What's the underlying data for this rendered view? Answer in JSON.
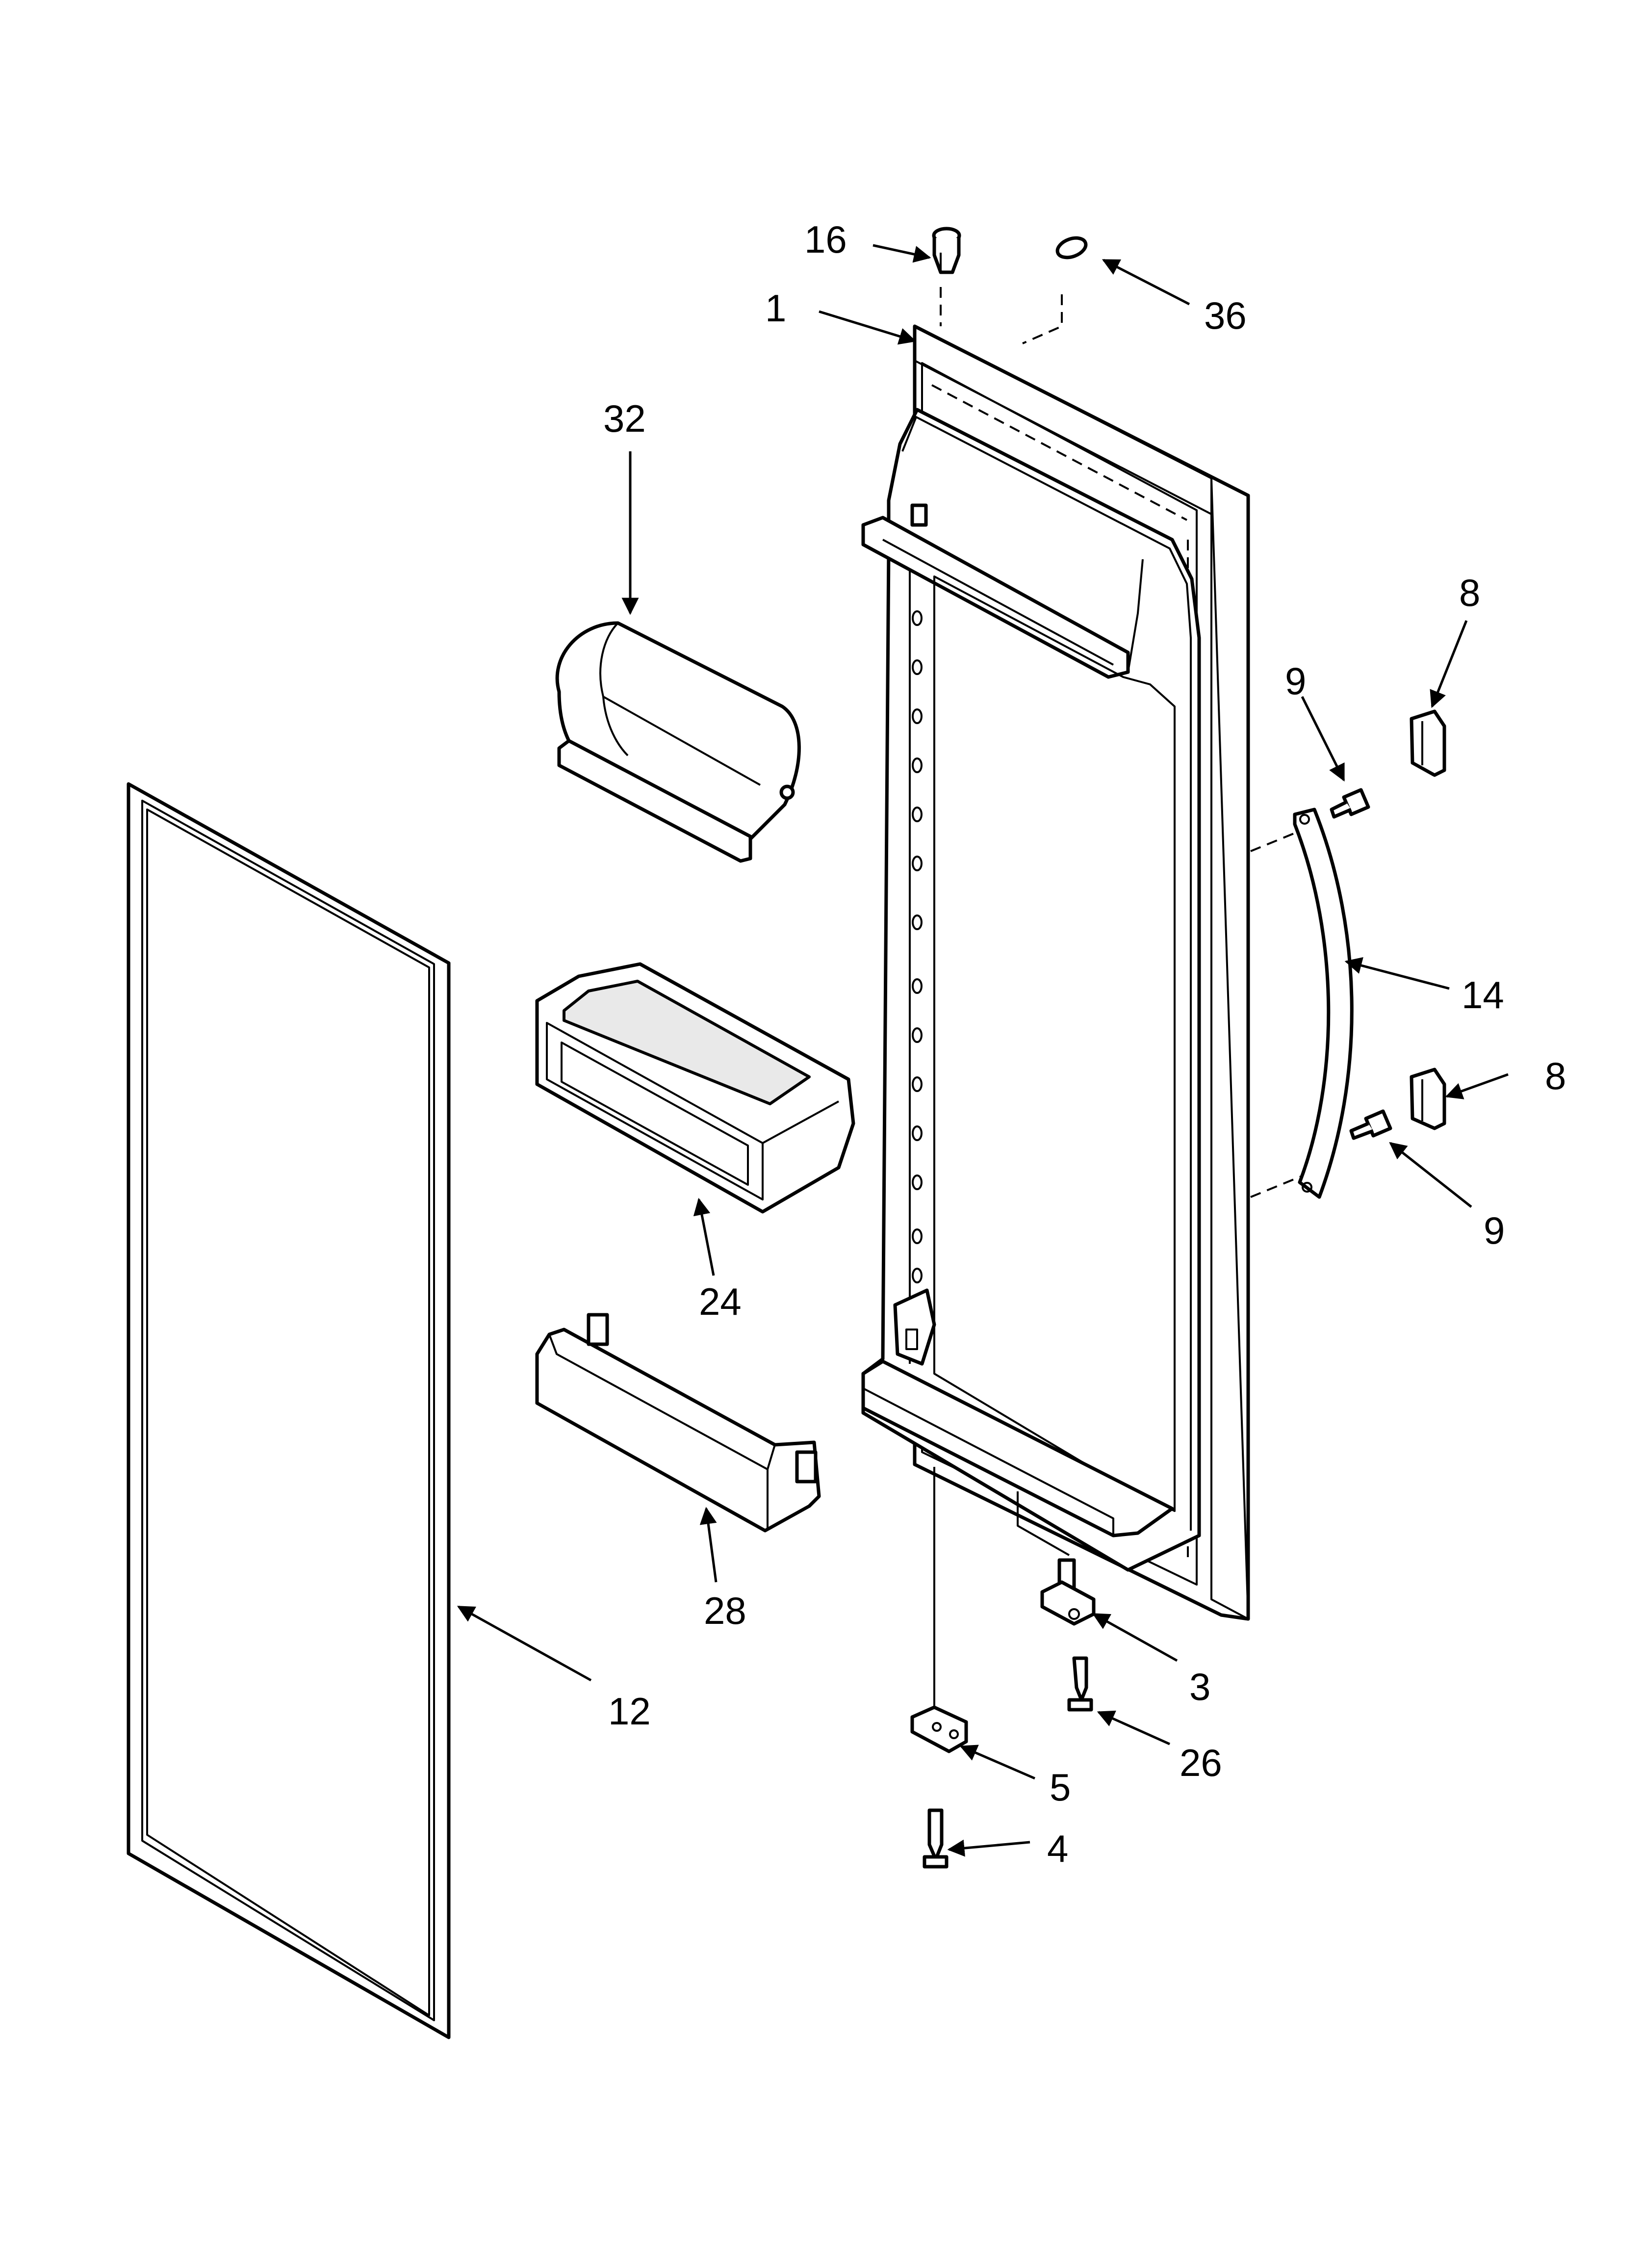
{
  "diagram": {
    "callouts": [
      {
        "id": "part-16",
        "label": "16"
      },
      {
        "id": "part-36",
        "label": "36"
      },
      {
        "id": "part-1",
        "label": "1"
      },
      {
        "id": "part-32",
        "label": "32"
      },
      {
        "id": "part-8-top",
        "label": "8"
      },
      {
        "id": "part-9-top",
        "label": "9"
      },
      {
        "id": "part-14",
        "label": "14"
      },
      {
        "id": "part-8-bottom",
        "label": "8"
      },
      {
        "id": "part-9-bottom",
        "label": "9"
      },
      {
        "id": "part-24",
        "label": "24"
      },
      {
        "id": "part-28",
        "label": "28"
      },
      {
        "id": "part-12",
        "label": "12"
      },
      {
        "id": "part-3",
        "label": "3"
      },
      {
        "id": "part-26",
        "label": "26"
      },
      {
        "id": "part-5",
        "label": "5"
      },
      {
        "id": "part-4",
        "label": "4"
      }
    ]
  }
}
